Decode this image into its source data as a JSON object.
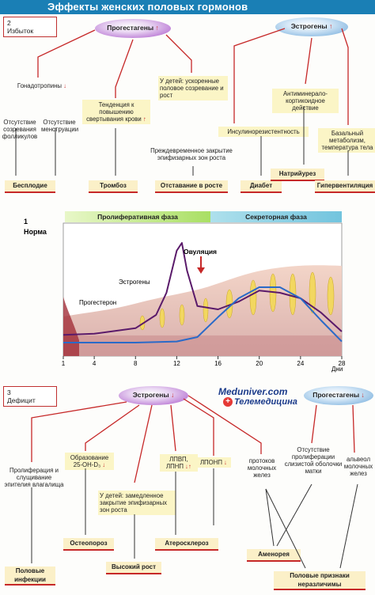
{
  "title": "Эффекты женских половых гормонов",
  "sections": {
    "excess": {
      "label": "2\nИзбыток"
    },
    "norm": {
      "num": "1",
      "label": "Норма"
    },
    "deficit": {
      "num": "3",
      "label": "Дефицит"
    }
  },
  "excess": {
    "progestagens": "Прогестагены",
    "estrogens": "Эстрогены",
    "gonadotropins": "Гонадотропины",
    "no_follicle_maturation": "Отсутствие созревания фолликулов",
    "no_menstruation": "Отсутствие менструации",
    "thrombosis_tendency": "Тенденция к повышению свертывания крови",
    "children_puberty": "У детей: ускоренные половое созревание и рост",
    "premature_closure": "Преждевременное закрытие эпифизарных зон роста",
    "insulin_resistance": "Инсулинорезистентность",
    "antimineralocorticoid": "Антиминерало-кортикоидное действие",
    "basal_metabolism": "Базальный метаболизм, температура тела",
    "results": [
      "Бесплодие",
      "Тромбоз",
      "Отставание в росте",
      "Диабет",
      "Натрийурез",
      "Гипервентиляция"
    ]
  },
  "norm": {
    "proliferative_phase": "Пролиферативная фаза",
    "secretory_phase": "Секреторная фаза",
    "ovulation": "Овуляция",
    "estrogens": "Эстрогены",
    "progesterone": "Прогестерон",
    "days_unit": "Дни"
  },
  "chart_data": {
    "type": "line",
    "x": [
      1,
      4,
      8,
      12,
      16,
      20,
      24,
      28
    ],
    "xlabel": "Дни",
    "xlim": [
      1,
      28
    ],
    "series": [
      {
        "name": "Эстрогены",
        "x": [
          1,
          4,
          8,
          10,
          11,
          12,
          12.5,
          13,
          14,
          16,
          18,
          20,
          22,
          24,
          26,
          28
        ],
        "values": [
          0.12,
          0.13,
          0.18,
          0.3,
          0.5,
          0.88,
          0.95,
          0.7,
          0.38,
          0.35,
          0.42,
          0.52,
          0.5,
          0.45,
          0.32,
          0.15
        ]
      },
      {
        "name": "Прогестерон",
        "x": [
          1,
          4,
          8,
          12,
          14,
          16,
          18,
          20,
          22,
          24,
          26,
          28
        ],
        "values": [
          0.05,
          0.05,
          0.05,
          0.06,
          0.1,
          0.28,
          0.45,
          0.55,
          0.55,
          0.45,
          0.25,
          0.06
        ]
      }
    ]
  },
  "deficit": {
    "estrogens": "Эстрогены",
    "progestagens": "Прогестагены",
    "watermark_line1": "Meduniver.com",
    "watermark_line2": "Телемедицина",
    "proliferation_vaginal": "Пролиферация и слущивание эпителия влагалища",
    "formation_25oh": "Образование 25-OH-D₃",
    "children_closure": "У детей: замедленное закрытие эпифизарных зон роста",
    "hdl_ldl": "ЛПВП, ЛПНП",
    "vldl": "ЛПОНП",
    "milk_ducts": "протоков молочных желез",
    "no_proliferation": "Отсутствие пролиферации слизистой оболочки матки",
    "alveoli": "альвеол молочных желез",
    "results": [
      "Половые инфекции",
      "Остеопороз",
      "Высокий рост",
      "Атеросклероз",
      "Аменорея",
      "Половые признаки неразличимы"
    ]
  },
  "colors": {
    "header": "#1a7fb5",
    "arrow": "#c62828",
    "highlight": "#fbf5c6",
    "estrogen_curve": "#5a1a6a",
    "progesterone_curve": "#2a6ac8"
  }
}
